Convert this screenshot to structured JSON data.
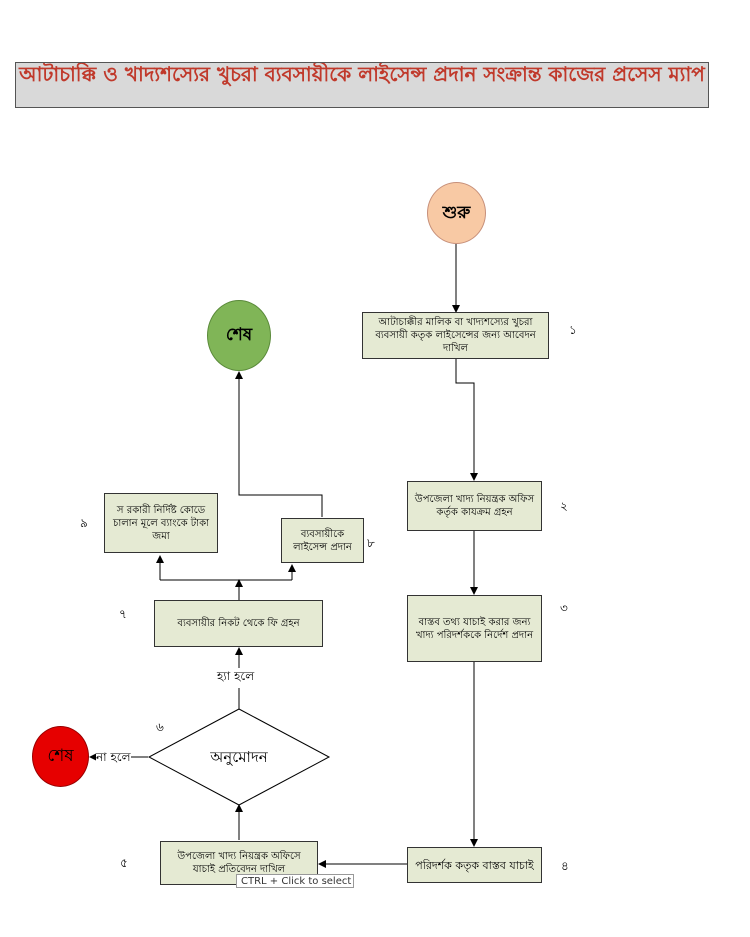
{
  "title": "আটাচাক্কি ও খাদ্যশস্যের খুচরা ব্যবসায়ীকে লাইসেন্স প্রদান সংক্রান্ত কাজের প্রসেস ম্যাপ",
  "start": {
    "label": "শুরু",
    "color": "#f8c9a4"
  },
  "end_main": {
    "label": "শেষ",
    "color": "#80b557"
  },
  "end_reject": {
    "label": "শেষ",
    "color": "#e60000"
  },
  "steps": [
    {
      "number": "১",
      "text": "আটাচাক্কীর মালিক বা খাদ্যশস্যের খুচরা ব্যবসায়ী কতৃক লাইসেন্সের জন্য আবেদন দাখিল"
    },
    {
      "number": "২",
      "text": "উপজেলা খাদ্য নিয়ন্ত্রক অফিস কর্তৃক কাযক্রম গ্রহন"
    },
    {
      "number": "৩",
      "text": "বাস্তব তথ্য যাচাই করার জন্য খাদ্য পরিদর্শককে নির্দেশ প্রদান"
    },
    {
      "number": "৪",
      "text": "পরিদর্শক কতৃক বাস্তব যাচাই"
    },
    {
      "number": "৫",
      "text": "উপজেলা খাদ্য নিয়ন্ত্রক অফিসে যাচাই প্রতিবেদন দাখিল"
    },
    {
      "number": "৬",
      "text": "অনুমোদন"
    },
    {
      "number": "৭",
      "text": "ব্যবসায়ীর নিকট থেকে ফি গ্রহন"
    },
    {
      "number": "৮",
      "text": "ব্যবসায়ীকে লাইসেন্স প্রদান"
    },
    {
      "number": "৯",
      "text": "স রকারী নির্দিষ্ট কোডে চালান মূলে ব্যাংকে টাকা জমা"
    }
  ],
  "labels": {
    "yes": "হ্যা হলে",
    "no": "না হলে"
  },
  "tooltip": "CTRL + Click to select k"
}
